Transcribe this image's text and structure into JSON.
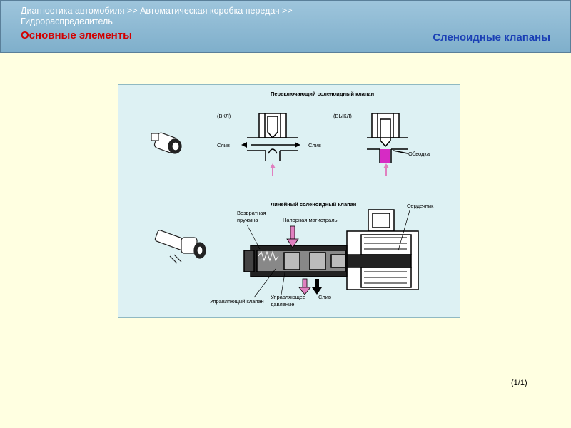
{
  "header": {
    "breadcrumb_line1": "Диагностика автомобиля >> Автоматическая коробка передач >>",
    "breadcrumb_line2": "Гидрораспределитель",
    "section_title": "Основные элементы",
    "subject_title": "Сленоидные клапаны"
  },
  "figure": {
    "switch_title": "Переключающий соленоидный клапан",
    "on_label": "(ВКЛ)",
    "off_label": "(ВЫКЛ)",
    "drain_left": "Слив",
    "drain_right": "Слив",
    "bypass_label": "Обводка",
    "linear_title": "Линейный соленоидный клапан",
    "return_spring": "Возвратная",
    "return_spring2": "пружина",
    "line_pressure": "Напорная  магистраль",
    "core": "Сердечник",
    "control_valve": "Управляющий клапан",
    "control_pressure": "Управляющее",
    "control_pressure2": "давление",
    "drain_bottom": "Слив"
  },
  "footer": {
    "page_indicator": "(1/1)"
  }
}
